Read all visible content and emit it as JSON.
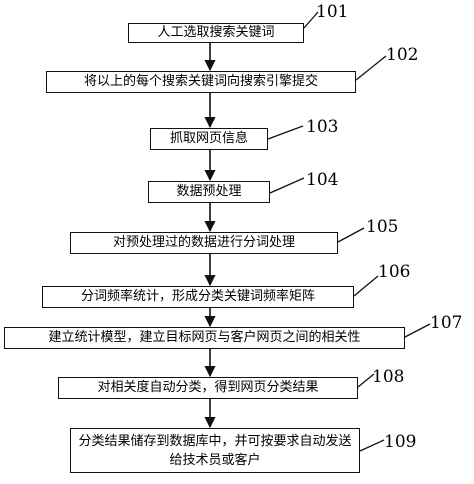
{
  "diagram": {
    "steps": [
      {
        "id": "101",
        "text": "人工选取搜索关键词"
      },
      {
        "id": "102",
        "text": "将以上的每个搜索关键词向搜索引擎提交"
      },
      {
        "id": "103",
        "text": "抓取网页信息"
      },
      {
        "id": "104",
        "text": "数据预处理"
      },
      {
        "id": "105",
        "text": "对预处理过的数据进行分词处理"
      },
      {
        "id": "106",
        "text": "分词频率统计，形成分类关键词频率矩阵"
      },
      {
        "id": "107",
        "text": "建立统计模型，建立目标网页与客户网页之间的相关性"
      },
      {
        "id": "108",
        "text": "对相关度自动分类，得到网页分类结果"
      },
      {
        "id": "109",
        "text": "分类结果储存到数据库中，并可按要求自动发送给技术员或客户"
      }
    ],
    "colors": {
      "line": "#111111",
      "background": "#ffffff"
    }
  }
}
